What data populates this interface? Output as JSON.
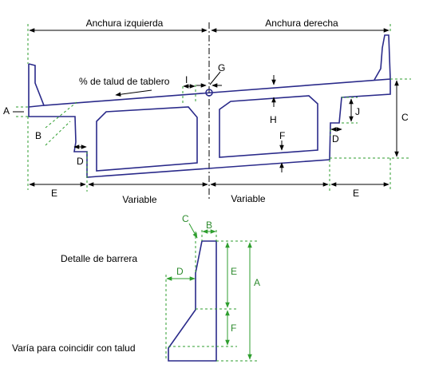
{
  "labels": {
    "left_width": "Anchura izquierda",
    "right_width": "Anchura derecha",
    "deck_slope": "% de talud de tablero",
    "variable_left": "Variable",
    "variable_right": "Variable",
    "barrier_detail": "Detalle de barrera",
    "varies_note": "Varía para coincidir con talud"
  },
  "dimension_letters": {
    "A": "A",
    "B": "B",
    "C": "C",
    "D": "D",
    "E": "E",
    "F": "F",
    "G": "G",
    "H": "H",
    "I": "I",
    "J": "J"
  },
  "colors": {
    "outline": "#2a2a8a",
    "dimension": "#000000",
    "detail_dimension": "#2e9e2e",
    "detail_text": "#2e8b2e"
  }
}
